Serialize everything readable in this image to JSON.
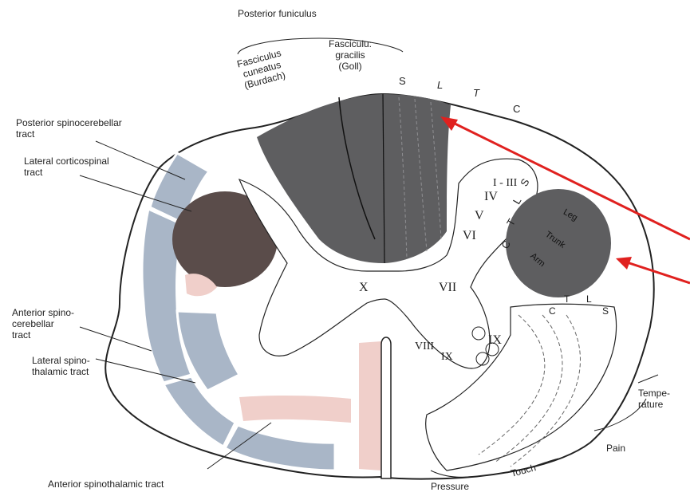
{
  "colors": {
    "dark_gray": "#5e5e60",
    "brown": "#5a4c4a",
    "blue_gray": "#a9b6c7",
    "pink": "#f0cfca",
    "red_arrow": "#e0211f",
    "outline": "#222222"
  },
  "labels": {
    "posterior_funiculus": "Posterior funiculus",
    "fasciculus_cuneatus": "Fasciculus\ncuneatus\n(Burdach)",
    "fasciculus_gracilis": "Fasciculu:\ngracilis\n(Goll)",
    "posterior_spinocerebellar": "Posterior spinocerebellar\ntract",
    "lateral_corticospinal": "Lateral corticospinal\ntract",
    "anterior_spinocerebellar": "Anterior spino-\ncerebellar\ntract",
    "lateral_spinothalamic": "Lateral spino-\nthalamic tract",
    "anterior_spinothalamic": "Anterior spinothalamic tract",
    "pressure": "Pressure",
    "touch": "Touch",
    "pain": "Pain",
    "temperature": "Tempe-\nrature",
    "leg": "Leg",
    "trunk": "Trunk",
    "arm": "Arm"
  },
  "letters": {
    "s_top": "S",
    "l_top": "L",
    "t_top": "T",
    "c_top": "C",
    "c_mid": "C",
    "t_mid": "T",
    "l_mid": "L",
    "s_mid": "S",
    "c_low": "C",
    "t_low": "T",
    "l_low": "L",
    "s_low": "S"
  },
  "laminae": {
    "i_iii": "I - III",
    "iv": "IV",
    "v": "V",
    "vi": "VI",
    "vii": "VII",
    "viii": "VIII",
    "ix_a": "IX",
    "ix_b": "IX",
    "x": "X"
  }
}
